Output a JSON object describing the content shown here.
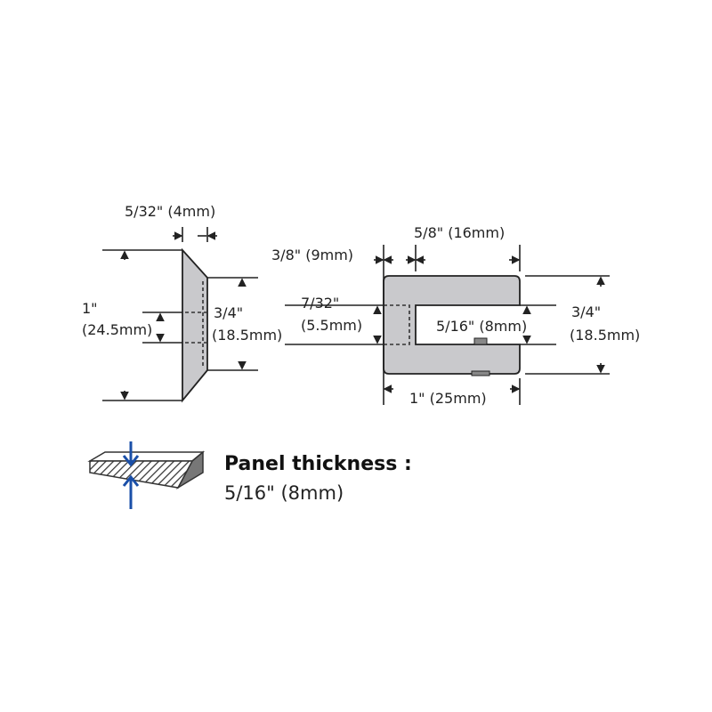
{
  "side_view": {
    "thickness_label": "5/32\" (4mm)",
    "height_in": "1\"",
    "height_mm": "(24.5mm)",
    "inner_height_in": "3/4\"",
    "inner_height_mm": "(18.5mm)"
  },
  "front_view": {
    "slot_depth_label": "5/8\" (16mm)",
    "back_label": "3/8\" (9mm)",
    "hole_in": "7/32\"",
    "hole_mm": "(5.5mm)",
    "slot_width_label": "5/16\" (8mm)",
    "height_in": "3/4\"",
    "height_mm": "(18.5mm)",
    "width_label": "1\" (25mm)"
  },
  "panel": {
    "title": "Panel thickness :",
    "value": "5/16\" (8mm)",
    "arrow_color": "#1a4fa8"
  }
}
